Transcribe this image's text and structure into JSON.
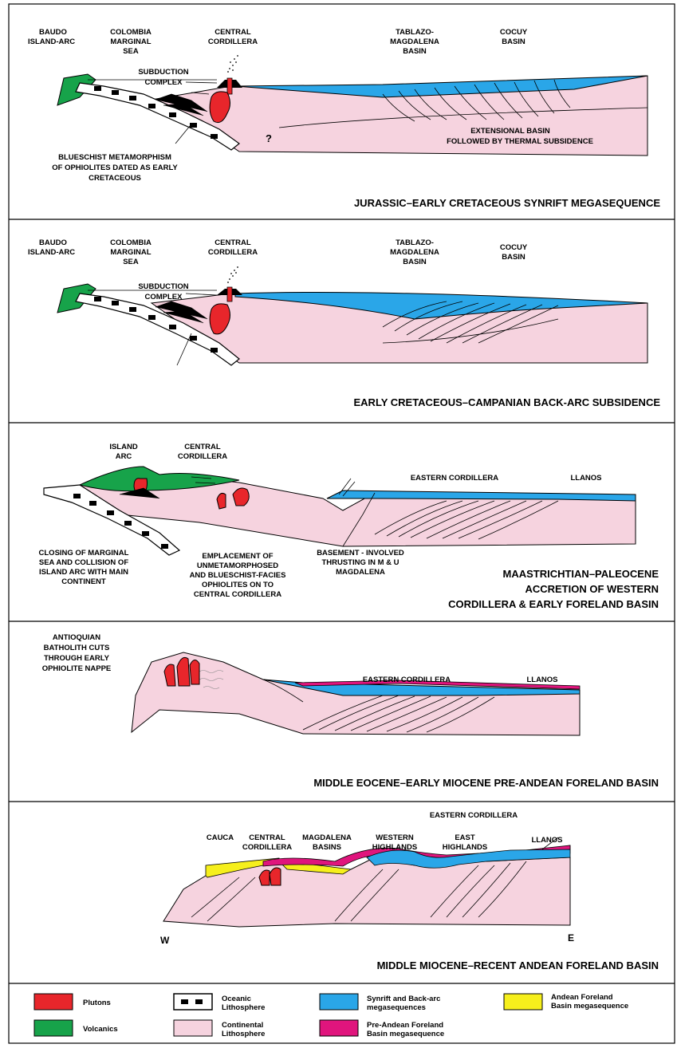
{
  "colors": {
    "pluton": "#e8262b",
    "volcanic": "#17a34a",
    "continental": "#f6d3df",
    "synrift": "#2aa6e8",
    "preandean": "#e0157d",
    "andean": "#f6ef1c",
    "outline": "#000000"
  },
  "panels": [
    {
      "title": "JURASSIC–EARLY CRETACEOUS SYNRIFT MEGASEQUENCE",
      "labels": {
        "baudo": [
          "BAUDO",
          "ISLAND-ARC"
        ],
        "colombia": [
          "COLOMBIA",
          "MARGINAL",
          "SEA"
        ],
        "central": [
          "CENTRAL",
          "CORDILLERA"
        ],
        "tablazo": [
          "TABLAZO-",
          "MAGDALENA",
          "BASIN"
        ],
        "cocuy": [
          "COCUY",
          "BASIN"
        ],
        "subduction": [
          "SUBDUCTION",
          "COMPLEX"
        ],
        "question": "?",
        "extensional": [
          "EXTENSIONAL BASIN",
          "FOLLOWED BY THERMAL SUBSIDENCE"
        ],
        "blueschist": [
          "BLUESCHIST METAMORPHISM",
          "OF OPHIOLITES DATED AS EARLY",
          "CRETACEOUS"
        ]
      }
    },
    {
      "title": "EARLY CRETACEOUS–CAMPANIAN BACK-ARC SUBSIDENCE",
      "labels": {
        "baudo": [
          "BAUDO",
          "ISLAND-ARC"
        ],
        "colombia": [
          "COLOMBIA",
          "MARGINAL",
          "SEA"
        ],
        "central": [
          "CENTRAL",
          "CORDILLERA"
        ],
        "tablazo": [
          "TABLAZO-",
          "MAGDALENA",
          "BASIN"
        ],
        "cocuy": [
          "COCUY",
          "BASIN"
        ],
        "subduction": [
          "SUBDUCTION",
          "COMPLEX"
        ]
      }
    },
    {
      "title": [
        "MAASTRICHTIAN–PALEOCENE",
        "ACCRETION OF WESTERN",
        "CORDILLERA & EARLY FORELAND BASIN"
      ],
      "labels": {
        "island": [
          "ISLAND",
          "ARC"
        ],
        "central": [
          "CENTRAL",
          "CORDILLERA"
        ],
        "eastern": "EASTERN CORDILLERA",
        "llanos": "LLANOS",
        "closing": [
          "CLOSING OF MARGINAL",
          "SEA AND COLLISION OF",
          "ISLAND ARC WITH MAIN",
          "CONTINENT"
        ],
        "emplacement": [
          "EMPLACEMENT OF",
          "UNMETAMORPHOSED",
          "AND BLUESCHIST-FACIES",
          "OPHIOLITES ON TO",
          "CENTRAL CORDILLERA"
        ],
        "basement": [
          "BASEMENT - INVOLVED",
          "THRUSTING IN M & U",
          "MAGDALENA"
        ]
      }
    },
    {
      "title": "MIDDLE EOCENE–EARLY MIOCENE PRE-ANDEAN FORELAND BASIN",
      "labels": {
        "antioquian": [
          "ANTIOQUIAN",
          "BATHOLITH CUTS",
          "THROUGH EARLY",
          "OPHIOLITE NAPPE"
        ],
        "eastern": "EASTERN CORDILLERA",
        "llanos": "LLANOS"
      }
    },
    {
      "title": "MIDDLE MIOCENE–RECENT ANDEAN FORELAND BASIN",
      "labels": {
        "eastern_top": "EASTERN CORDILLERA",
        "cauca": "CAUCA",
        "central": [
          "CENTRAL",
          "CORDILLERA"
        ],
        "magdalena": [
          "MAGDALENA",
          "BASINS"
        ],
        "western": [
          "WESTERN",
          "HIGHLANDS"
        ],
        "east": [
          "EAST",
          "HIGHLANDS"
        ],
        "llanos": "LLANOS",
        "w": "W",
        "e": "E"
      }
    }
  ],
  "legend": [
    {
      "key": "pluton",
      "label": [
        "Plutons"
      ]
    },
    {
      "key": "oceanic",
      "label": [
        "Oceanic",
        "Lithosphere"
      ]
    },
    {
      "key": "synrift",
      "label": [
        "Synrift and Back-arc",
        "megasequences"
      ]
    },
    {
      "key": "andean",
      "label": [
        "Andean  Foreland",
        "Basin megasequence"
      ]
    },
    {
      "key": "volcanic",
      "label": [
        "Volcanics"
      ]
    },
    {
      "key": "continental",
      "label": [
        "Continental",
        "Lithosphere"
      ]
    },
    {
      "key": "preandean",
      "label": [
        "Pre-Andean Foreland",
        "Basin megasequence"
      ]
    }
  ]
}
